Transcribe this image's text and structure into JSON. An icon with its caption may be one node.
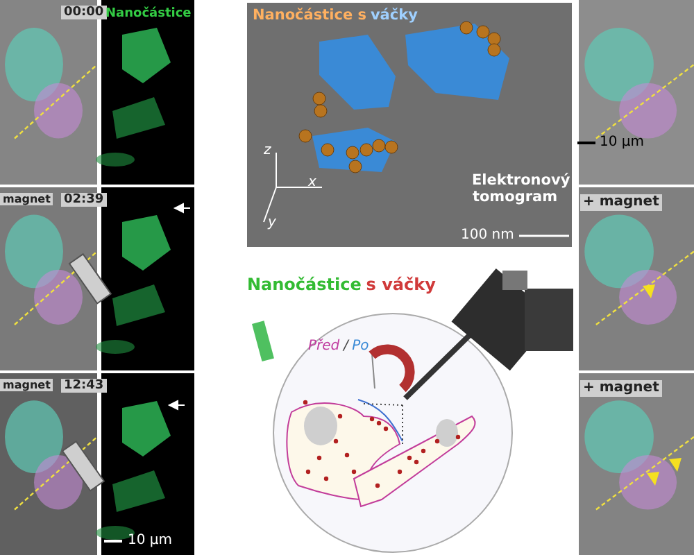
{
  "diagram": {
    "labels": [
      "00:00",
      "Nanočástice",
      "Nanočástice s",
      "váčky",
      "10 µm",
      "z",
      "x",
      "y",
      "Elektronový tomogram",
      "100 nm",
      "magnet",
      "02:39",
      "+ magnet",
      "magnet",
      "12:43",
      "Nanočástice",
      "s váčky",
      "Před",
      "/",
      "Po",
      "+ magnet",
      "10 µm"
    ]
  }
}
